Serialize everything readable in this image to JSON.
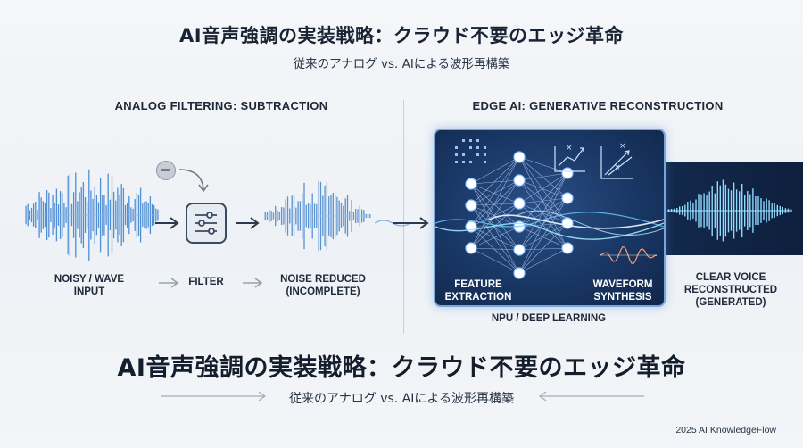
{
  "header": {
    "title": "AI音声強調の実装戦略：クラウド不要のエッジ革命",
    "subtitle": "従来のアナログ vs. AIによる波形再構築"
  },
  "analog": {
    "heading": "ANALOG FILTERING: SUBTRACTION",
    "input_label": "NOISY / WAVE\nINPUT",
    "filter_label": "FILTER",
    "output_label": "NOISE REDUCED\n(INCOMPLETE)"
  },
  "edge": {
    "heading": "EDGE AI: GENERATIVE RECONSTRUCTION",
    "feature_label": "FEATURE\nEXTRACTION",
    "synthesis_label": "WAVEFORM\nSYNTHESIS",
    "npu_label": "NPU / DEEP LEARNING",
    "output_label": "CLEAR VOICE\nRECONSTRUCTED\n(GENERATED)"
  },
  "banner": {
    "title": "AI音声強調の実装戦略：クラウド不要のエッジ革命",
    "subtitle": "従来のアナログ vs. AIによる波形再構築"
  },
  "footer": {
    "credit": "2025 AI KnowledgeFlow"
  },
  "colors": {
    "wave_blue": "#4f8fd6",
    "panel_dark": "#193765",
    "panel_border": "#7aa6d8",
    "glow_cyan": "#8fe3ff",
    "text_dark": "#1b2535"
  },
  "icons": [
    "minus-icon",
    "curved-arrow-icon",
    "equalizer-sliders-icon",
    "right-arrow-icon",
    "neural-network-icon",
    "chart-trend-icon"
  ]
}
